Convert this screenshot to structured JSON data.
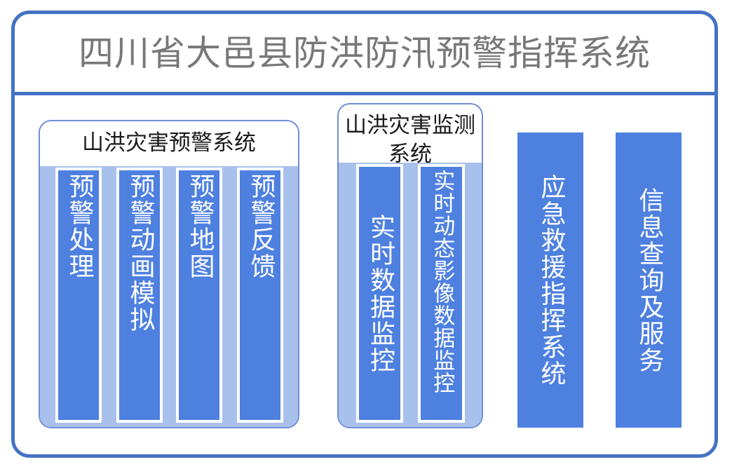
{
  "header": {
    "title": "四川省大邑县防洪防汛预警指挥系统",
    "title_color": "#787878",
    "rule_color": "#4472C4"
  },
  "theme": {
    "frame_border": "#4472C4",
    "panel_border": "#6E8FD6",
    "tray_fill": "#A8C0EC",
    "bar_fill": "#4E80E0",
    "bar_border": "#ffffff",
    "bar_text": "#ffffff",
    "panel_title_text": "#1a1a1a",
    "page_background": "#ffffff"
  },
  "panels": [
    {
      "id": "warning-system",
      "title": "山洪灾害预警系统",
      "modules": [
        {
          "id": "warning-processing",
          "label": "预警处理"
        },
        {
          "id": "warning-animation-simulation",
          "label": "预警动画模拟"
        },
        {
          "id": "warning-map",
          "label": "预警地图"
        },
        {
          "id": "warning-feedback",
          "label": "预警反馈"
        }
      ]
    },
    {
      "id": "monitoring-system",
      "title": "山洪灾害监测系统",
      "modules": [
        {
          "id": "realtime-data-monitoring",
          "label": "实时数据监控"
        },
        {
          "id": "realtime-dynamic-image-data-monitoring",
          "label": "实时动态影像数据监控"
        }
      ]
    }
  ],
  "standalone_modules": [
    {
      "id": "emergency-rescue-command-system",
      "label": "应急救援指挥系统"
    },
    {
      "id": "information-query-and-service",
      "label": "信息查询及服务"
    }
  ]
}
